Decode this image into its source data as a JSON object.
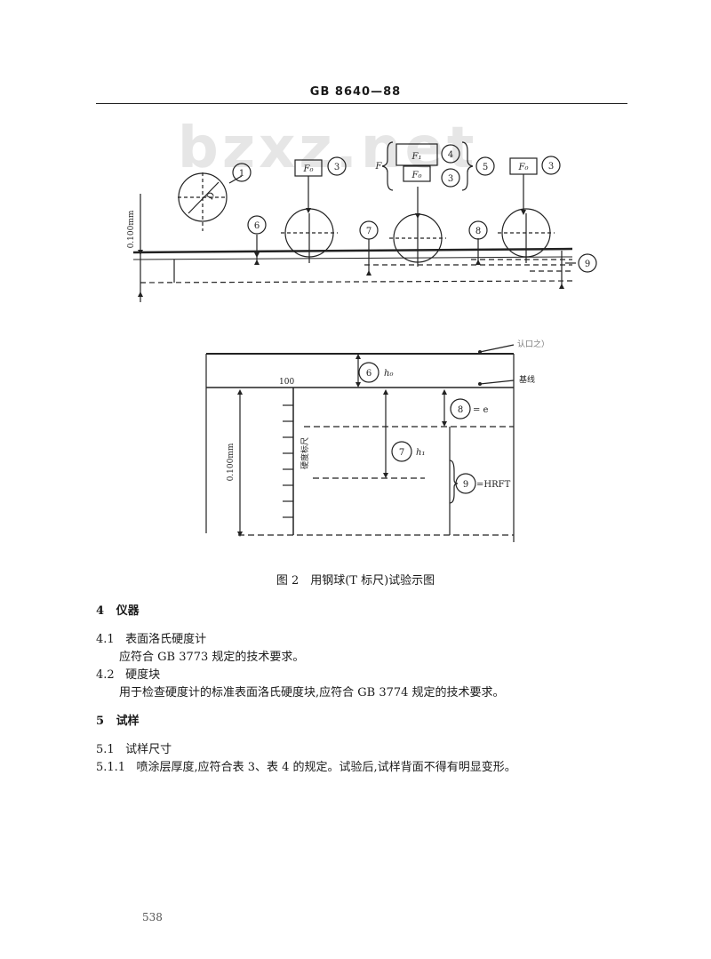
{
  "header": {
    "standard_no": "GB 8640—88"
  },
  "watermark": {
    "text": "bzxz.net"
  },
  "figure1": {
    "dim_left": "0.100mm",
    "ball_diameter": "D",
    "force_label": "F",
    "f0": "F₀",
    "f1": "F₁",
    "callouts": [
      "1",
      "3",
      "4",
      "3",
      "5",
      "3",
      "6",
      "7",
      "8",
      "9"
    ]
  },
  "figure2": {
    "label_top": "认口之）",
    "label_baseline": "基线",
    "label_100": "100",
    "label_scale": "硬度标尺",
    "dim_left": "0.100mm",
    "c6": "6",
    "h0": "h₀",
    "c8": "8",
    "e_eq": "= e",
    "c7": "7",
    "h1": "h₁",
    "c9": "9",
    "hrft": "=HRFT"
  },
  "caption": "图 2　用钢球(T 标尺)试验示图",
  "sections": {
    "s4_num": "4",
    "s4_title": "仪器",
    "s41_num": "4.1",
    "s41_title": "表面洛氏硬度计",
    "s41_text": "应符合 GB 3773 规定的技术要求。",
    "s42_num": "4.2",
    "s42_title": "硬度块",
    "s42_text": "用于检查硬度计的标准表面洛氏硬度块,应符合 GB 3774 规定的技术要求。",
    "s5_num": "5",
    "s5_title": "试样",
    "s51_num": "5.1",
    "s51_title": "试样尺寸",
    "s511_num": "5.1.1",
    "s511_text": "喷涂层厚度,应符合表 3、表 4 的规定。试验后,试样背面不得有明显变形。"
  },
  "page_number": "538"
}
